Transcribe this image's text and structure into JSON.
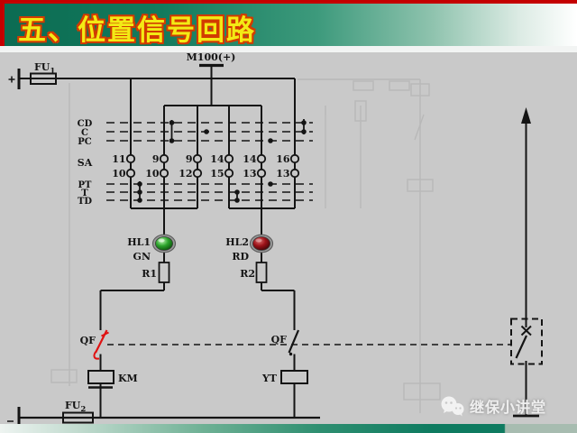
{
  "title": "五、位置信号回路",
  "watermark": {
    "text": "继保小讲堂"
  },
  "circuit": {
    "positive_source": "M100(+)",
    "plus_mark": "+",
    "fuse_top": {
      "name": "FU",
      "sub": "1"
    },
    "fuse_bottom": {
      "name": "FU",
      "sub": "2"
    },
    "switch_rows": [
      "CD",
      "C",
      "PC",
      "SA",
      "PT",
      "T",
      "TD"
    ],
    "sa_contacts_top": [
      "11",
      "9",
      "9",
      "14",
      "14",
      "16"
    ],
    "sa_contacts_bottom": [
      "10",
      "10",
      "12",
      "15",
      "13",
      "13"
    ],
    "lamps": [
      {
        "label": "HL1",
        "color_code": "GN"
      },
      {
        "label": "HL2",
        "color_code": "RD"
      }
    ],
    "resistors": [
      "R1",
      "R2"
    ],
    "breaker_aux_left": "QF",
    "breaker_aux_right": "QF",
    "coil_close": "KM",
    "coil_trip": "YT"
  },
  "colors": {
    "title_text": "#f3ea15",
    "title_outline": "#d23b00",
    "header_green": "#0b6b52",
    "border_red": "#c40000",
    "canvas_bg": "#c9c9c9",
    "lamp_green": "#2ba32b",
    "lamp_red": "#9b1118",
    "qf_red": "#e01212",
    "line_black": "#141414"
  }
}
